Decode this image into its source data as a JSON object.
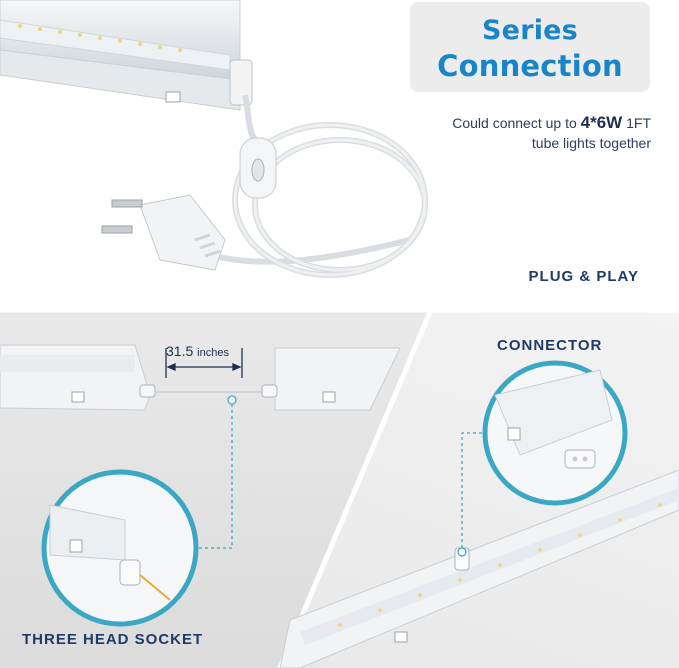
{
  "header": {
    "title_line1": "Series",
    "title_line2": "Connection",
    "desc_prefix": "Could connect up to ",
    "desc_bold": "4*6W",
    "desc_suffix": " 1FT",
    "desc_line2": "tube lights together"
  },
  "labels": {
    "plug_play": "PLUG & PLAY",
    "connector": "CONNECTOR",
    "three_head_socket": "THREE HEAD SOCKET",
    "distance_value": "31.5",
    "distance_unit": "inches"
  },
  "colors": {
    "title": "#1a84c9",
    "label": "#1f3a66",
    "accent_circle": "#3aa8c4",
    "title_bg": "#ececec"
  },
  "icons": {
    "switch": "inline-switch-icon",
    "plug": "plug-icon",
    "connector": "connector-icon"
  }
}
